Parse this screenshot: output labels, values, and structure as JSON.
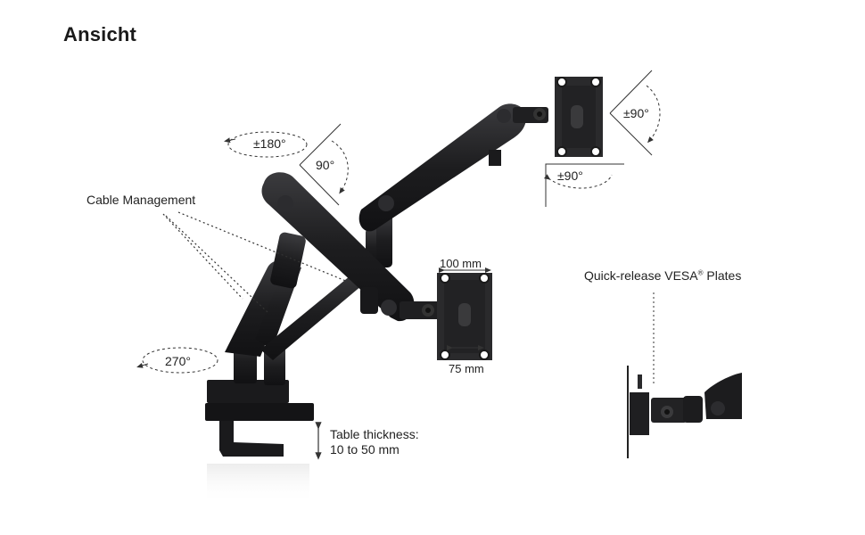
{
  "title": "Ansicht",
  "labels": {
    "cable_management": "Cable Management",
    "quick_release_prefix": "Quick-release VESA",
    "quick_release_suffix": " Plates",
    "registered_mark": "®",
    "vesa_width": "100 mm",
    "vesa_height": "75 mm",
    "table_thickness_line1": "Table thickness:",
    "table_thickness_line2": "10 to 50 mm"
  },
  "angles": {
    "arm_swivel": "±180°",
    "arm_rotate": "90°",
    "tilt": "±90°",
    "swivel_plate": "±90°",
    "base_rotate": "270°"
  },
  "colors": {
    "arm": "#1c1c1e",
    "arm_highlight": "#3a3a3d",
    "plate": "#2a2a2c",
    "line": "#333333"
  }
}
